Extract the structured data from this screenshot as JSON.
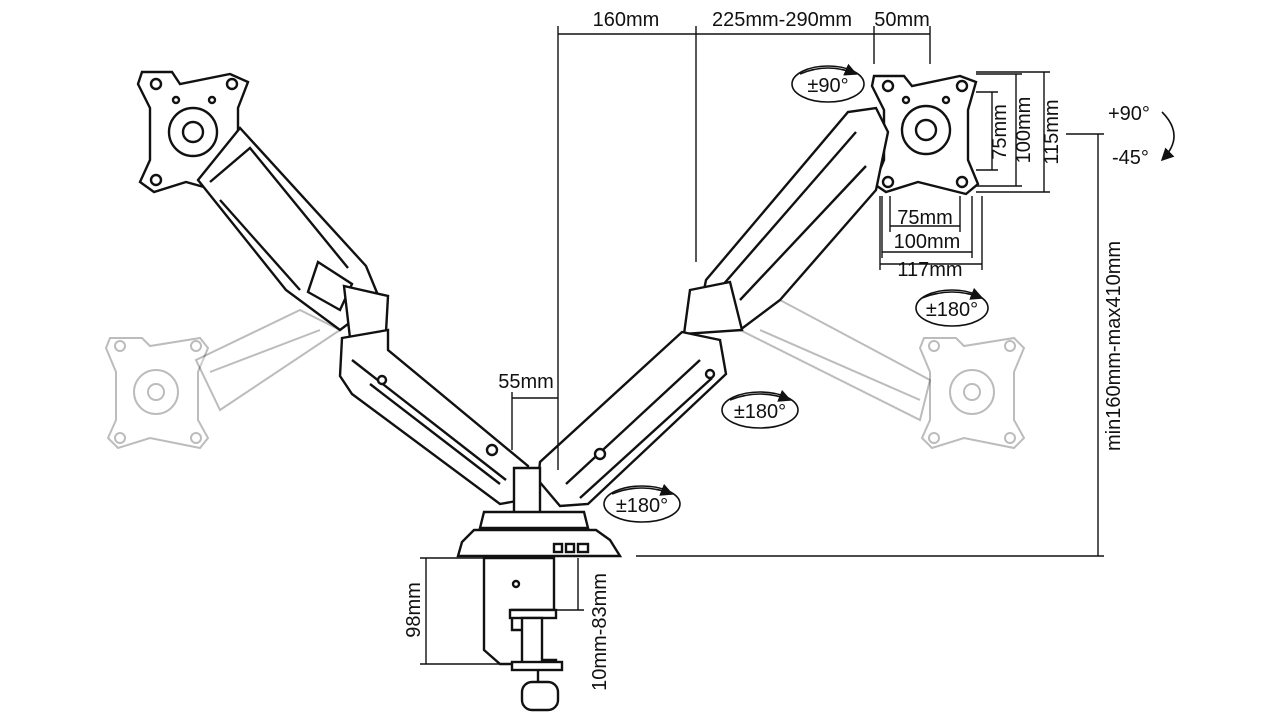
{
  "dimensions": {
    "arm_offset": "160mm",
    "arm_reach": "225mm-290mm",
    "head_offset": "50mm",
    "vesa_w_small": "75mm",
    "vesa_w_large": "100mm",
    "plate_width": "117mm",
    "vesa_h_small": "75mm",
    "vesa_h_large": "100mm",
    "plate_height": "115mm",
    "pole_offset": "55mm",
    "clamp_height": "98mm",
    "clamp_range": "10mm-83mm",
    "height_range": "min160mm-max410mm"
  },
  "rotations": {
    "swivel_head": "±90°",
    "tilt_up": "+90°",
    "tilt_down": "-45°",
    "swivel_arm": "±180°",
    "swivel_elbow": "±180°",
    "swivel_base": "±180°"
  },
  "colors": {
    "line": "#111111",
    "ghost": "#9a9a9a",
    "fill": "#ffffff"
  }
}
